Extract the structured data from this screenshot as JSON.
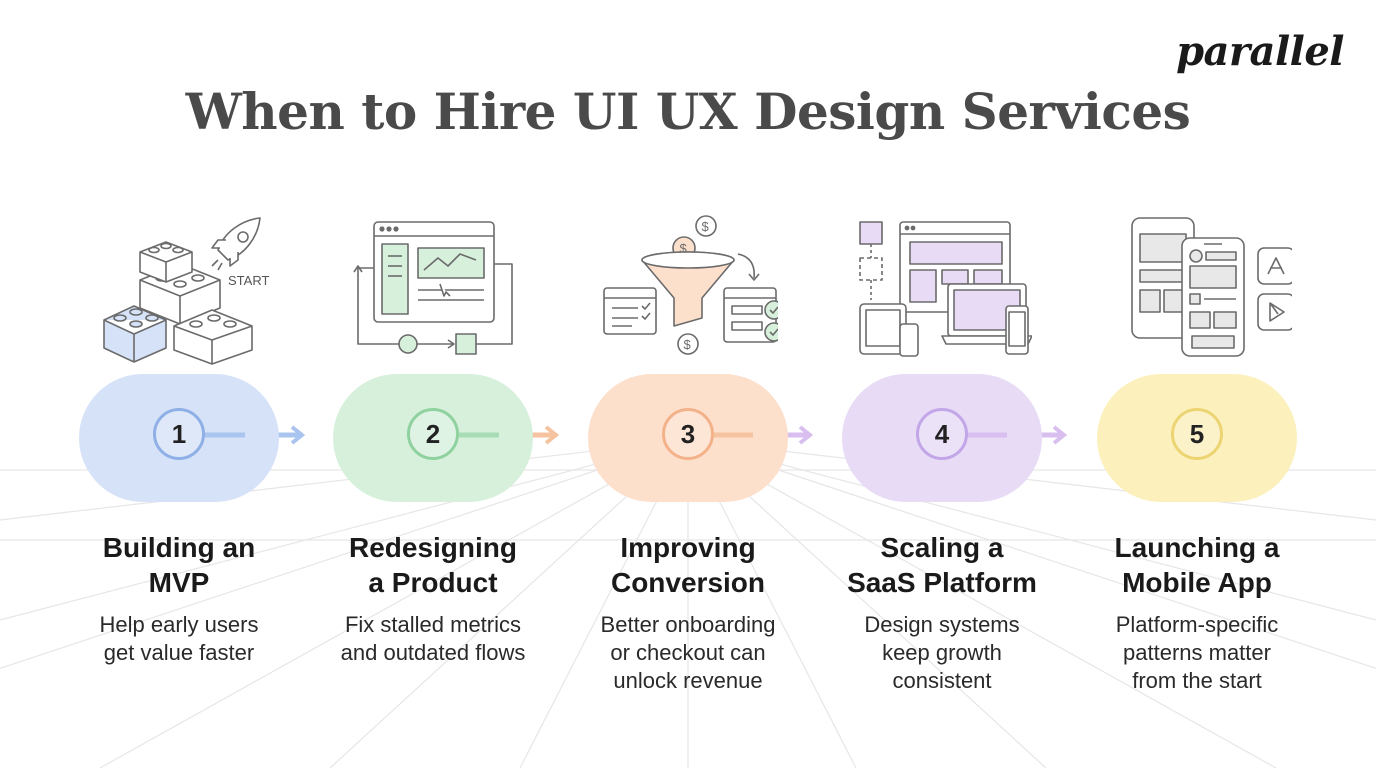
{
  "brand": {
    "logo_text": "parallel"
  },
  "title": "When to Hire UI UX Design Services",
  "steps": [
    {
      "number": "1",
      "title_lines": [
        "Building an",
        "MVP"
      ],
      "desc_lines": [
        "Help early users",
        "get value faster"
      ],
      "icon": "lego-blocks-rocket-icon",
      "icon_label": "START",
      "color": "#d6e2f8",
      "accent": "#8fb0e6"
    },
    {
      "number": "2",
      "title_lines": [
        "Redesigning",
        "a Product"
      ],
      "desc_lines": [
        "Fix stalled metrics",
        "and outdated flows"
      ],
      "icon": "dashboard-redesign-icon",
      "color": "#d7f0dc",
      "accent": "#8fd19f"
    },
    {
      "number": "3",
      "title_lines": [
        "Improving",
        "Conversion"
      ],
      "desc_lines": [
        "Better onboarding",
        "or checkout can",
        "unlock revenue"
      ],
      "icon": "conversion-funnel-icon",
      "color": "#fde0cc",
      "accent": "#f3b28a"
    },
    {
      "number": "4",
      "title_lines": [
        "Scaling a",
        "SaaS Platform"
      ],
      "desc_lines": [
        "Design systems",
        "keep growth",
        "consistent"
      ],
      "icon": "multi-device-design-system-icon",
      "color": "#e7dbf6",
      "accent": "#c2a6e8"
    },
    {
      "number": "5",
      "title_lines": [
        "Launching a",
        "Mobile App"
      ],
      "desc_lines": [
        "Platform-specific",
        "patterns matter",
        "from the start"
      ],
      "icon": "mobile-app-stores-icon",
      "color": "#fcf0bd",
      "accent": "#ecd472"
    }
  ]
}
